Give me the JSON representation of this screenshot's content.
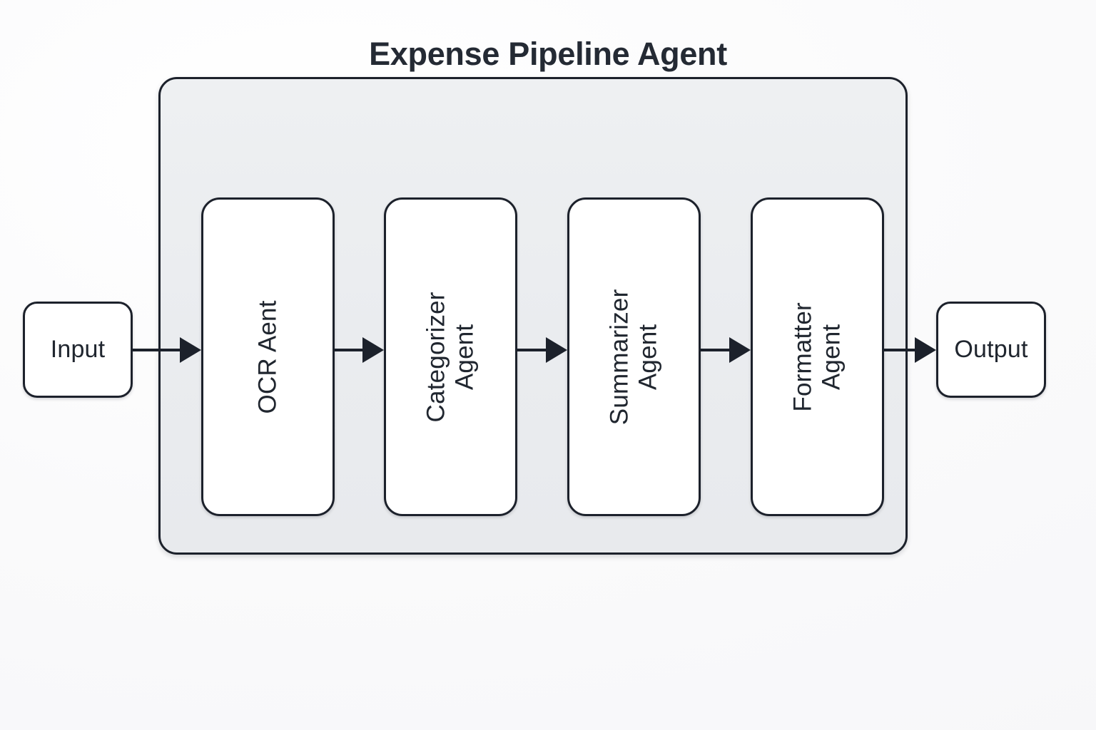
{
  "diagram": {
    "title": "Expense Pipeline Agent",
    "type": "pipeline-flow",
    "background_color": "#fafafb",
    "container": {
      "label": "Expense Pipeline Agent",
      "fill_color": "#eceef0",
      "border_color": "#1c212b"
    },
    "node_fill_color": "#ffffff",
    "node_border_color": "#1c212b",
    "text_color": "#20262f",
    "input": {
      "label": "Input"
    },
    "output": {
      "label": "Output"
    },
    "agents": [
      {
        "label": "OCR Aent"
      },
      {
        "label": "Categorizer\nAgent"
      },
      {
        "label": "Summarizer\nAgent"
      },
      {
        "label": "Formatter Agent"
      }
    ],
    "edges": [
      {
        "from": "Input",
        "to": "OCR Aent",
        "style": "solid-arrow"
      },
      {
        "from": "OCR Aent",
        "to": "Categorizer Agent",
        "style": "solid-arrow"
      },
      {
        "from": "Categorizer Agent",
        "to": "Summarizer Agent",
        "style": "solid-arrow"
      },
      {
        "from": "Summarizer Agent",
        "to": "Formatter Agent",
        "style": "solid-arrow"
      },
      {
        "from": "Formatter Agent",
        "to": "Output",
        "style": "solid-arrow"
      }
    ]
  }
}
